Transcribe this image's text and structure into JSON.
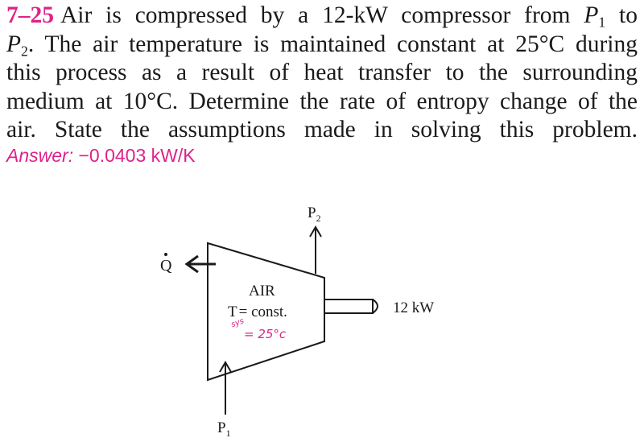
{
  "problem": {
    "number": "7–25",
    "line1_a": "Air is compressed by a 12-kW compressor from ",
    "p1": "P",
    "p1_sub": "1",
    "line1_b": " to",
    "p2": "P",
    "p2_sub": "2",
    "line2": ". The air temperature is maintained constant at 25°C during",
    "line3": "this process as a result of heat transfer to the surrounding",
    "line4": "medium at 10°C. Determine the rate of entropy change of the",
    "line5": "air. State the assumptions made in solving this problem."
  },
  "answer": {
    "label": "Answer:",
    "value": "−0.0403 kW/K"
  },
  "figure": {
    "p2_label": "P",
    "p2_sub": "2",
    "p1_label": "P",
    "p1_sub": "1",
    "q_label": "Q",
    "air_label": "AIR",
    "temp_label_t": "T",
    "temp_label_rest": "= const.",
    "power_label": "12 kW",
    "handwritten_sys": "sys",
    "handwritten_temp": "= 25°c",
    "colors": {
      "accent": "#e0218a",
      "ink": "#1a1a1a"
    }
  }
}
